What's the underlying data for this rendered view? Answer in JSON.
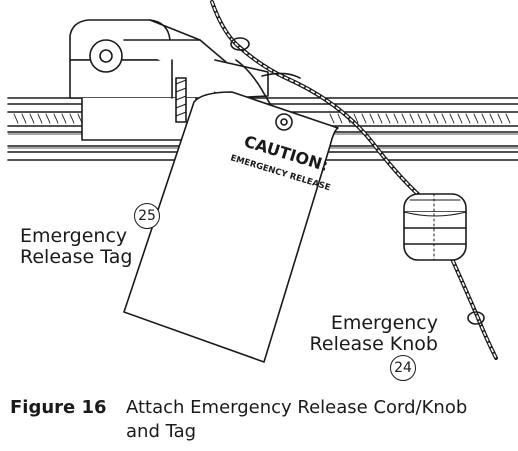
{
  "labels": {
    "release_tag_line1": "Emergency",
    "release_tag_line2": "Release Tag",
    "release_tag_callout": "25",
    "release_knob_line1": "Emergency",
    "release_knob_line2": "Release Knob",
    "release_knob_callout": "24"
  },
  "tag_text": {
    "caution": "CAUTION:",
    "subtitle": "EMERGENCY RELEASE"
  },
  "caption": {
    "figure_number": "Figure 16",
    "text": "Attach Emergency Release Cord/Knob and Tag"
  }
}
